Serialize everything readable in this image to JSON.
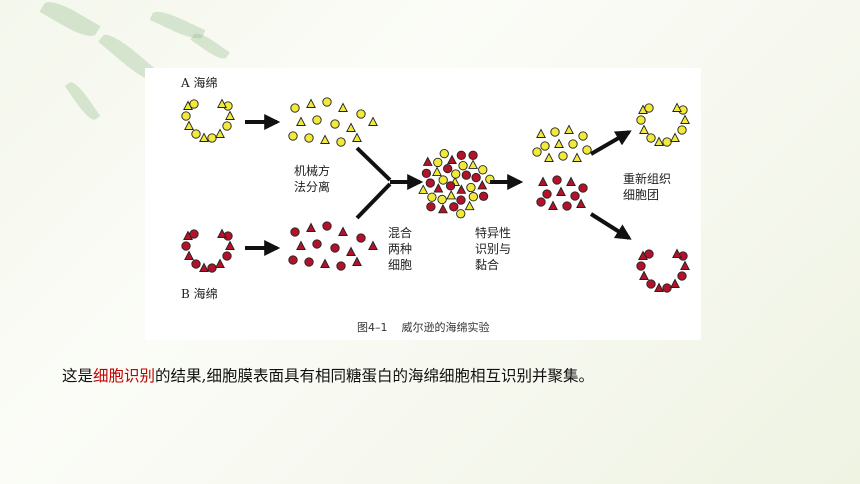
{
  "figure": {
    "label_a": "A 海绵",
    "label_b": "B 海绵",
    "step_mechanical": "机械方\n法分离",
    "step_mix": "混合\n两种\n细胞",
    "step_specific": "特异性\n识别与\n黏合",
    "step_regroup": "重新组织\n细胞团",
    "caption_num": "图4–1",
    "caption_text": "威尔逊的海绵实验",
    "colors": {
      "yellow_cell": "#f2ea3a",
      "red_cell": "#b3122a",
      "arrow": "#111111"
    }
  },
  "sentence": {
    "prefix": "这是",
    "highlight": "细胞识别",
    "suffix": "的结果,细胞膜表面具有相同糖蛋白的海绵细胞相互识别并聚集。"
  }
}
